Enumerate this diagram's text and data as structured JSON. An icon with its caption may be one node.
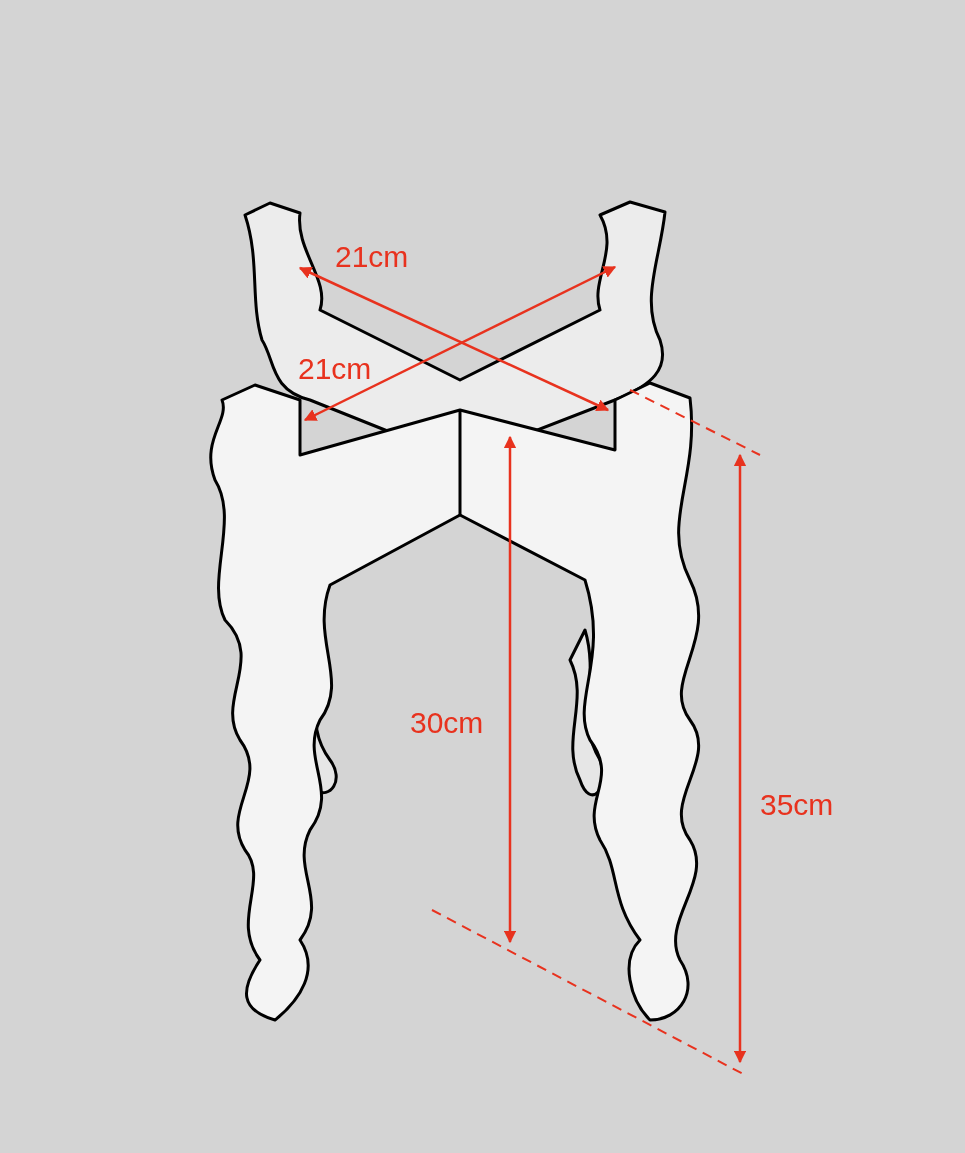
{
  "diagram": {
    "labels": [
      "21cm",
      "21cm",
      "30cm",
      "35cm"
    ]
  }
}
